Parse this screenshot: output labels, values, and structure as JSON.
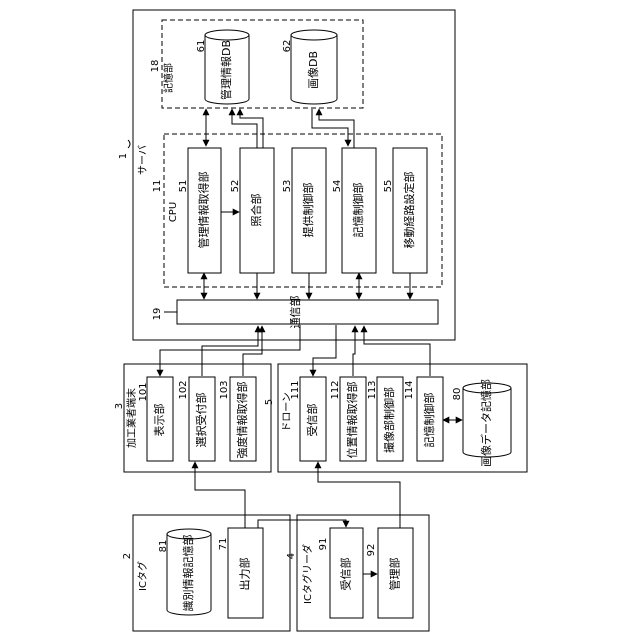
{
  "server": {
    "label": "サーバ",
    "ref": "1"
  },
  "storage": {
    "label": "記憶部",
    "ref": "18"
  },
  "db_mgmt": {
    "label": "管理情報DB",
    "ref": "61"
  },
  "db_image": {
    "label": "画像DB",
    "ref": "62"
  },
  "cpu": {
    "label": "CPU",
    "ref": "11"
  },
  "cpu_units": [
    {
      "label": "管理情報取得部",
      "ref": "51"
    },
    {
      "label": "照合部",
      "ref": "52"
    },
    {
      "label": "提供制御部",
      "ref": "53"
    },
    {
      "label": "記憶制御部",
      "ref": "54"
    },
    {
      "label": "移動経路設定部",
      "ref": "55"
    }
  ],
  "comm": {
    "label": "通信部",
    "ref": "19"
  },
  "terminal": {
    "label": "加工業者端末",
    "ref": "3"
  },
  "terminal_units": [
    {
      "label": "表示部",
      "ref": "101"
    },
    {
      "label": "選択受付部",
      "ref": "102"
    },
    {
      "label": "強度情報取得部",
      "ref": "103"
    }
  ],
  "drone": {
    "label": "ドローン",
    "ref": "5"
  },
  "drone_units": [
    {
      "label": "受信部",
      "ref": "111"
    },
    {
      "label": "位置情報取得部",
      "ref": "112"
    },
    {
      "label": "撮像部制御部",
      "ref": "113"
    },
    {
      "label": "記憶制御部",
      "ref": "114"
    }
  ],
  "drone_storage": {
    "label": "画像データ記憶部",
    "ref": "80"
  },
  "ictag": {
    "label": "ICタグ",
    "ref": "2"
  },
  "ictag_storage": {
    "label": "識別情報記憶部",
    "ref": "81"
  },
  "ictag_output": {
    "label": "出力部",
    "ref": "71"
  },
  "reader": {
    "label": "ICタグリーダ",
    "ref": "4"
  },
  "reader_units": [
    {
      "label": "受信部",
      "ref": "91"
    },
    {
      "label": "管理部",
      "ref": "92"
    }
  ]
}
